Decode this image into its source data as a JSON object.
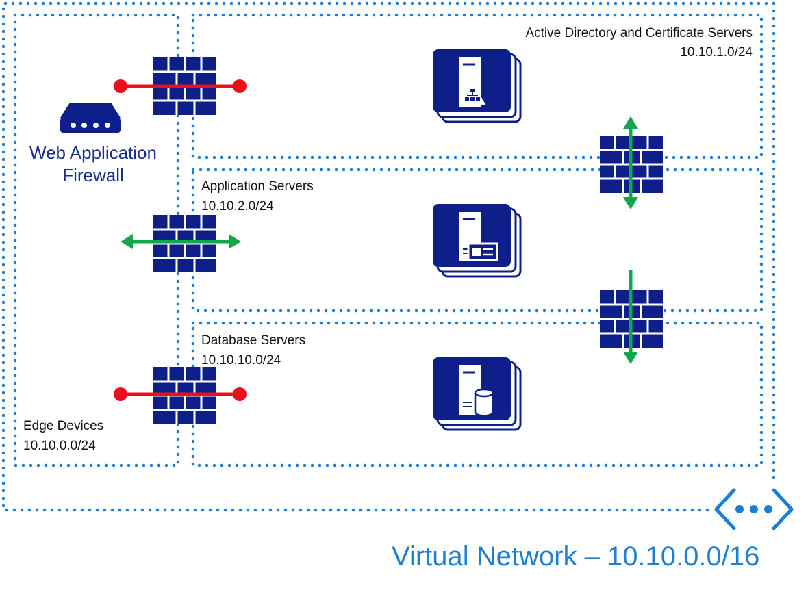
{
  "virtual_network": {
    "label": "Virtual Network – 10.10.0.0/16",
    "icon": "virtual-network-icon",
    "border_color": "#1a7fd4"
  },
  "subnets": {
    "edge": {
      "name": "Edge Devices",
      "cidr": "10.10.0.0/24"
    },
    "active_directory": {
      "name": "Active Directory and Certificate Servers",
      "cidr": "10.10.1.0/24"
    },
    "application": {
      "name": "Application Servers",
      "cidr": "10.10.2.0/24"
    },
    "database": {
      "name": "Database Servers",
      "cidr": "10.10.10.0/24"
    }
  },
  "waf": {
    "label_line1": "Web Application",
    "label_line2": "Firewall",
    "icon": "router-appliance-icon"
  },
  "servers": [
    {
      "icon": "directory-server-icon"
    },
    {
      "icon": "application-server-icon"
    },
    {
      "icon": "database-server-icon"
    }
  ],
  "firewalls": [
    {
      "icon": "firewall-icon",
      "traffic": "blocked"
    },
    {
      "icon": "firewall-icon",
      "traffic": "allowed"
    },
    {
      "icon": "firewall-icon",
      "traffic": "blocked"
    },
    {
      "icon": "firewall-icon",
      "traffic": "allowed"
    },
    {
      "icon": "firewall-icon",
      "traffic": "allowed"
    }
  ],
  "colors": {
    "icon_fill": "#0e1f8a",
    "blocked": "#e8101a",
    "allowed": "#13a64a",
    "dots": "#1a7fd4",
    "vnet_text": "#1f7fd0"
  }
}
